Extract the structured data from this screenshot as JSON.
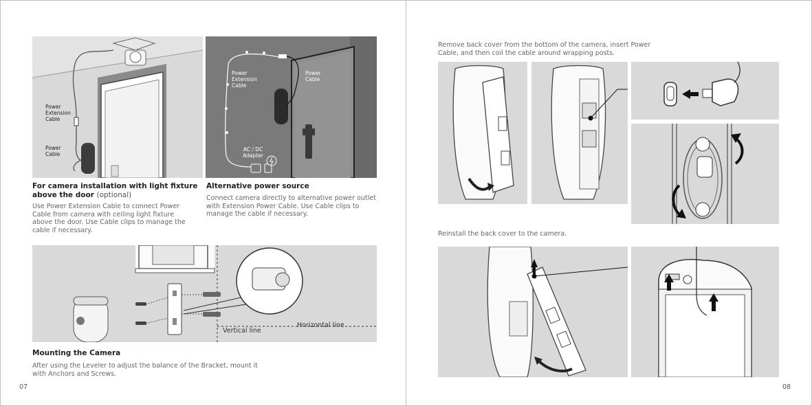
{
  "left_page": {
    "section_light_fixture": {
      "title": "For camera installation with light fixture above the door",
      "title_optional": "(optional)",
      "body": "Use Power Extension Cable to connect Power Cable from camera with ceiling light fixture above the door. Use Cable clips to manage the cable if necessary.",
      "callout_extension": "Power Extension Cable",
      "callout_power": "Power Cable"
    },
    "section_alternative": {
      "title": "Alternative power source",
      "body": "Connect camera directly to alternative power outlet with Extension Power Cable. Use Cable clips to manage the cable if necessary.",
      "callout_extension": "Power Extension Cable",
      "callout_power": "Power Cable",
      "callout_adapter": "AC / DC Adapter"
    },
    "section_mounting": {
      "title": "Mounting the Camera",
      "body": "After using the Leveler to adjust the balance of the Bracket, mount it with Anchors and Screws.",
      "label_vertical": "Vertical line",
      "label_horizontal": "Horizontal line"
    },
    "page_number": "07"
  },
  "right_page": {
    "instruction_1": "Remove back cover from the bottom of the camera, insert Power Cable, and then coil the cable around wrapping posts.",
    "instruction_2": "Reinstall the back cover to the camera.",
    "page_number": "08"
  },
  "colors": {
    "panel_light": "#d9d9d9",
    "panel_dark": "#7a7a7a",
    "heading": "#222222",
    "body": "#666666"
  }
}
